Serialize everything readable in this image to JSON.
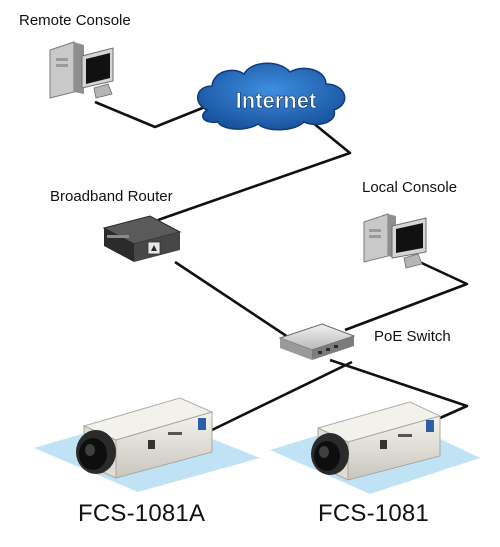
{
  "labels": {
    "remote_console": "Remote Console",
    "internet": "Internet",
    "broadband_router": "Broadband Router",
    "local_console": "Local Console",
    "poe_switch": "PoE Switch",
    "camera_a": "FCS-1081A",
    "camera_b": "FCS-1081"
  },
  "colors": {
    "cable": "#111111",
    "cloud_fill": "#1f5fb0",
    "cloud_text": "#ffffff",
    "camera_pad": "#bfe3f4"
  }
}
